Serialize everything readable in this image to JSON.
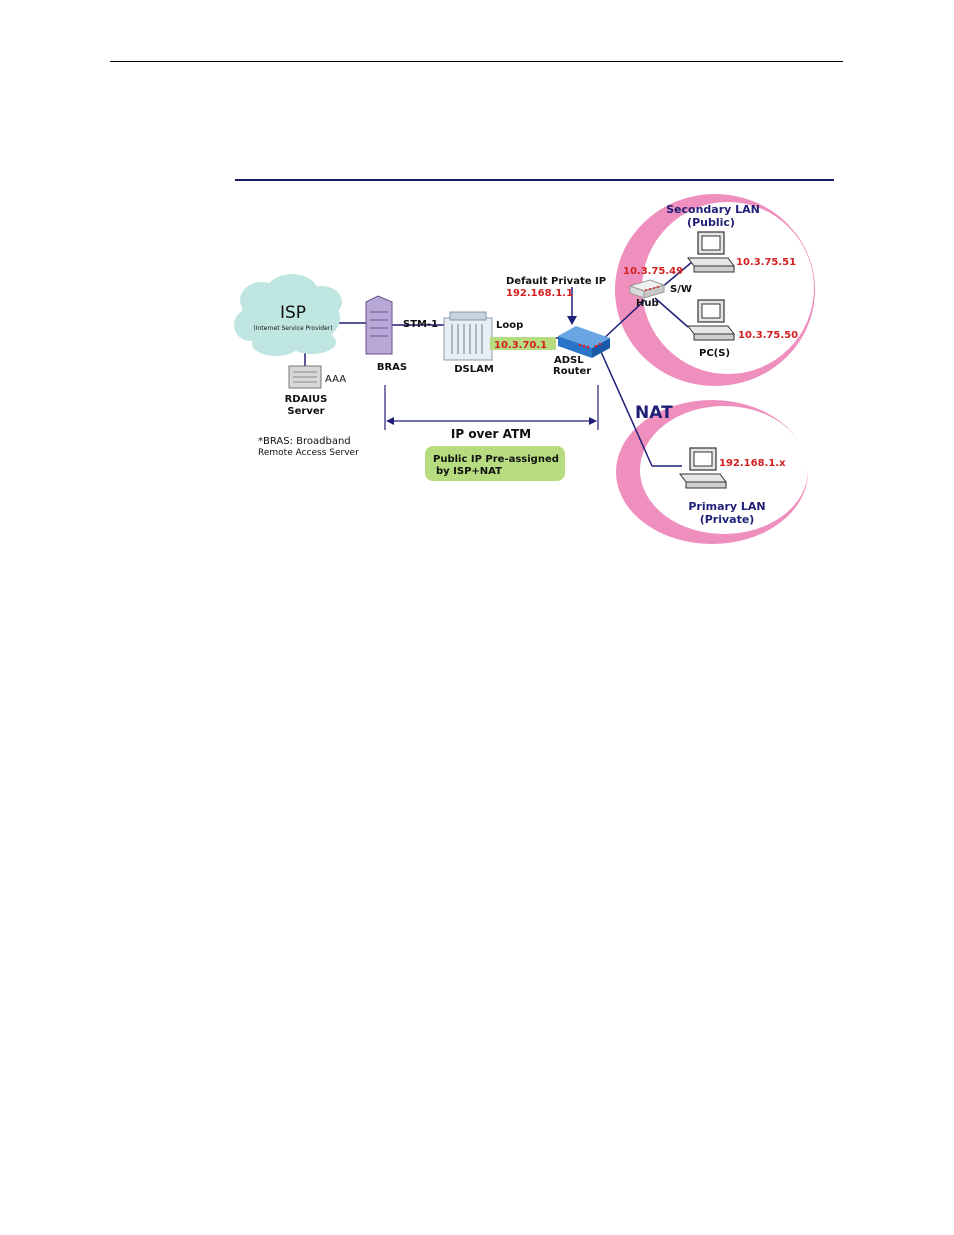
{
  "diagram": {
    "isp": {
      "title": "ISP",
      "subtitle": "(Internet Service Provider)"
    },
    "aaa": "AAA",
    "radius": {
      "line1": "RDAIUS",
      "line2": "Server"
    },
    "bras_note": {
      "line1": "*BRAS: Broadband",
      "line2": "Remote Access Server"
    },
    "bras": "BRAS",
    "stm": "STM-1",
    "dslam": "DSLAM",
    "loop": "Loop",
    "wan_ip": "10.3.70.1",
    "default_ip": {
      "label": "Default Private IP",
      "value": "192.168.1.1"
    },
    "router": {
      "line1": "ADSL",
      "line2": "Router"
    },
    "ip_over_atm": "IP over ATM",
    "public_ip": {
      "line1": "Public IP Pre-assigned",
      "line2": "by ISP+NAT"
    },
    "secondary_lan": {
      "line1": "Secondary  LAN",
      "line2": "(Public)"
    },
    "hub_ip": "10.3.75.49",
    "hub": "Hub",
    "sw": "S/W",
    "pc1_ip": "10.3.75.51",
    "pc2_ip": "10.3.75.50",
    "pcs": "PC(S)",
    "nat": "NAT",
    "primary_pc_ip": "192.168.1.x",
    "primary_lan": {
      "line1": "Primary LAN",
      "line2": "(Private)"
    },
    "colors": {
      "ring": "#ef8fbd",
      "navy": "#1f1f78",
      "ip_red": "#d42020",
      "highlight": "#b7dc7f",
      "cloud": "#bfe6e0",
      "router": "#2a74c8"
    }
  }
}
